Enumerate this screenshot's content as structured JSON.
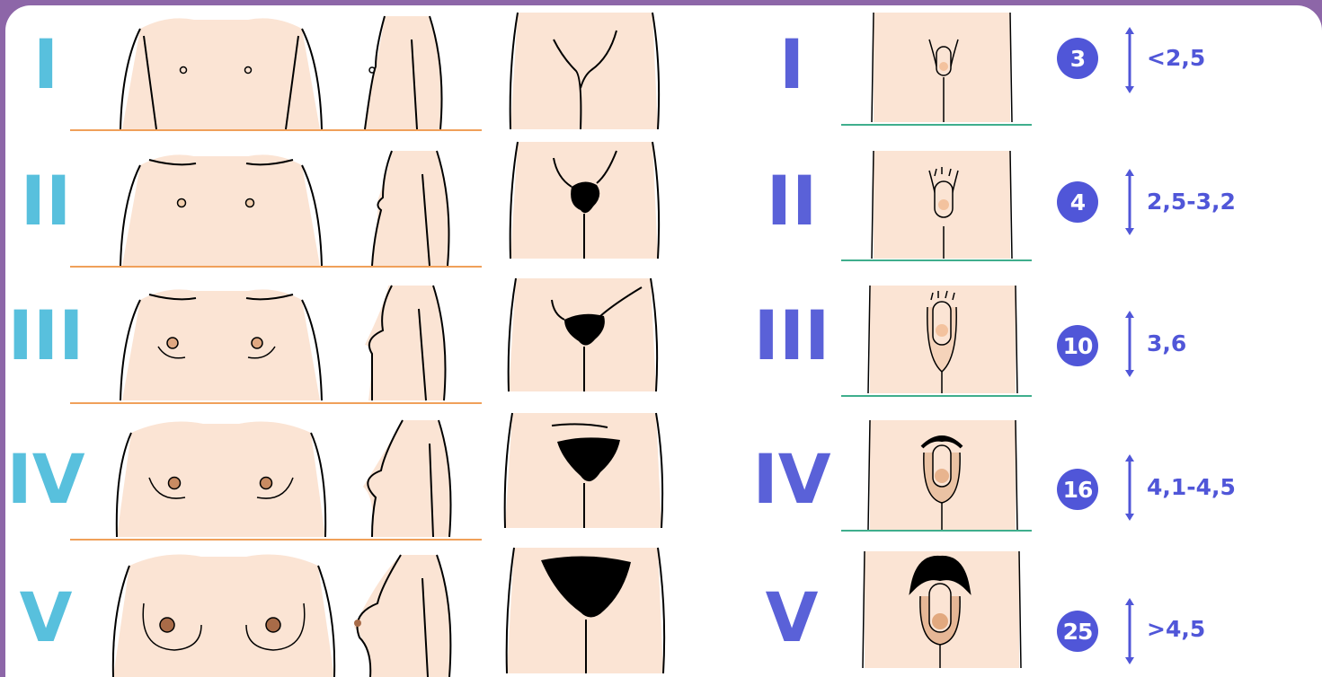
{
  "female": {
    "stages": [
      {
        "numeral": "I"
      },
      {
        "numeral": "II"
      },
      {
        "numeral": "III"
      },
      {
        "numeral": "IV"
      },
      {
        "numeral": "V"
      }
    ],
    "numeral_color": "#58c0dd",
    "separator_color": "#f0a05a"
  },
  "male": {
    "stages": [
      {
        "numeral": "I",
        "testis_volume": "3",
        "testis_length": "<2,5"
      },
      {
        "numeral": "II",
        "testis_volume": "4",
        "testis_length": "2,5-3,2"
      },
      {
        "numeral": "III",
        "testis_volume": "10",
        "testis_length": "3,6"
      },
      {
        "numeral": "IV",
        "testis_volume": "16",
        "testis_length": "4,1-4,5"
      },
      {
        "numeral": "V",
        "testis_volume": "25",
        "testis_length": ">4,5"
      }
    ],
    "numeral_color": "#5a61d8",
    "badge_color": "#5056d8",
    "separator_color": "#3fae8d"
  },
  "colors": {
    "frame": "#8d66a8",
    "skin": "#fbe4d4",
    "hair": "#000000"
  }
}
